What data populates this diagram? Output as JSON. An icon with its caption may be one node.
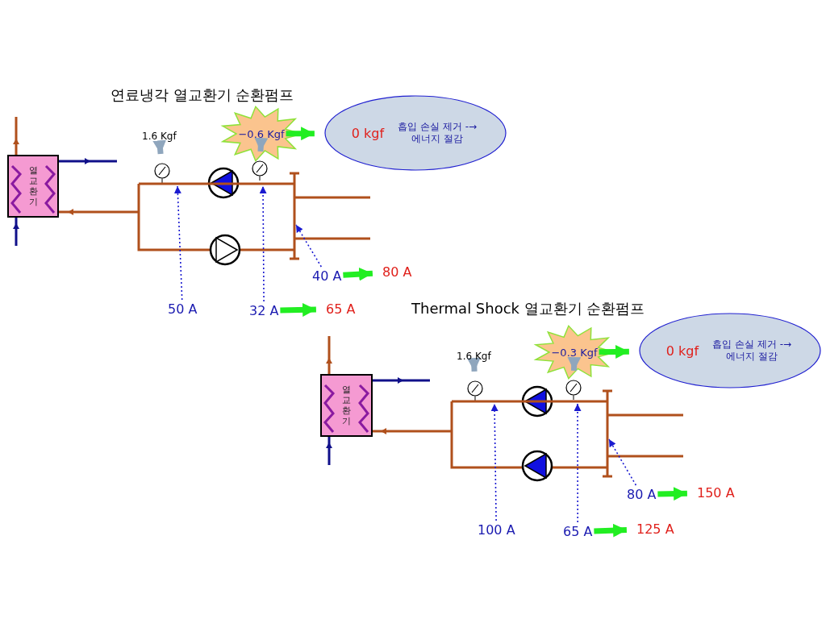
{
  "diagram": {
    "nodes": [
      {
        "text": [
          "열교환기"
        ]
      },
      {
        "text": [
          "1.6 Kgf"
        ]
      },
      {
        "text": [],
        "shape": "circle"
      },
      {
        "text": [
          "−0.6 Kgf"
        ]
      },
      {
        "text": [],
        "shape": "circle"
      },
      {
        "text": [
          "0 kgf",
          "흡입 손실 제거 -→ 에너지 절감"
        ]
      },
      {
        "text": [
          "50 A"
        ]
      },
      {
        "text": [
          "32 A"
        ]
      },
      {
        "text": [
          "65 A"
        ]
      },
      {
        "text": [
          "40 A"
        ]
      },
      {
        "text": [
          "80 A"
        ]
      },
      {
        "text": [
          "열교환기"
        ]
      },
      {
        "text": [
          "1.6 Kgf"
        ]
      },
      {
        "text": [],
        "shape": "circle"
      },
      {
        "text": [
          "−0.3 Kgf"
        ]
      },
      {
        "text": [],
        "shape": "circle"
      },
      {
        "text": [
          "0 kgf",
          "흡입 손실 제거 -→ 에너지 절감"
        ]
      },
      {
        "text": [
          "80 A"
        ]
      },
      {
        "text": [
          "150 A"
        ]
      },
      {
        "text": [
          "100 A"
        ]
      },
      {
        "text": [
          "65 A"
        ]
      },
      {
        "text": [
          "125 A"
        ]
      },
      {
        "text": [],
        "shape": "pipe"
      },
      {
        "text": [],
        "shape": "pipe"
      },
      {
        "text": [],
        "shape": "pipe"
      },
      {
        "text": [],
        "shape": "pipe"
      }
    ],
    "edges": [
      {
        "from": 1,
        "to": 2,
        "arrow": "to",
        "color": "#8fa6bd"
      },
      {
        "from": 3,
        "to": 4,
        "arrow": "to",
        "color": "#8fa6bd"
      },
      {
        "from": 3,
        "to": 5,
        "arrow": "to",
        "color": "#22ee22"
      },
      {
        "from": 6,
        "to": 22,
        "arrow": "to",
        "style": "dashed",
        "color": "#1a1ad0"
      },
      {
        "from": 7,
        "to": 22,
        "arrow": "to",
        "style": "dashed",
        "color": "#1a1ad0"
      },
      {
        "from": 7,
        "to": 8,
        "arrow": "to",
        "color": "#22ee22"
      },
      {
        "from": 9,
        "to": 23,
        "arrow": "to",
        "style": "dashed",
        "color": "#1a1ad0"
      },
      {
        "from": 9,
        "to": 10,
        "arrow": "to",
        "color": "#22ee22"
      },
      {
        "from": 12,
        "to": 13,
        "arrow": "to",
        "color": "#8fa6bd"
      },
      {
        "from": 14,
        "to": 15,
        "arrow": "to",
        "color": "#8fa6bd"
      },
      {
        "from": 14,
        "to": 16,
        "arrow": "to",
        "color": "#22ee22"
      },
      {
        "from": 19,
        "to": 24,
        "arrow": "to",
        "style": "dashed",
        "color": "#1a1ad0"
      },
      {
        "from": 20,
        "to": 24,
        "arrow": "to",
        "style": "dashed",
        "color": "#1a1ad0"
      },
      {
        "from": 20,
        "to": 21,
        "arrow": "to",
        "color": "#22ee22"
      },
      {
        "from": 17,
        "to": 25,
        "arrow": "to",
        "style": "dashed",
        "color": "#1a1ad0"
      },
      {
        "from": 17,
        "to": 18,
        "arrow": "to",
        "color": "#22ee22"
      }
    ],
    "labels": [
      "연료냉각 열교환기 순환펌프",
      "Thermal Shock 열교환기 순환펌프"
    ]
  }
}
